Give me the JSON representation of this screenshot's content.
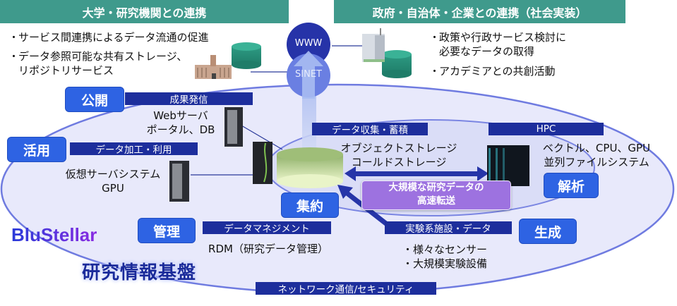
{
  "headers": {
    "left": "大学・研究機関との連携",
    "right": "政府・自治体・企業との連携（社会実装）"
  },
  "left_bullets": [
    "サービス間連携によるデータ流通の促進",
    "データ参照可能な共有ストレージ、",
    "リポジトリサービス"
  ],
  "right_bullets": [
    "政策や行政サービス検討に",
    "必要なデータの取得",
    "アカデミアとの共創活動"
  ],
  "network": {
    "www": "WWW",
    "sinet": "SINET"
  },
  "functions": {
    "publish": "公開",
    "utilize": "活用",
    "aggregate": "集約",
    "manage": "管理",
    "analyze": "解析",
    "generate": "生成"
  },
  "bars": {
    "results": "成果発信",
    "processing": "データ加工・利用",
    "collection": "データ収集・蓄積",
    "hpc": "HPC",
    "data_management": "データマネジメント",
    "experiment": "実験系施設・データ",
    "network_security": "ネットワーク通信/セキュリティ"
  },
  "labels": {
    "web_server_1": "Webサーバ",
    "web_server_2": "ポータル、DB",
    "vm_1": "仮想サーバシステム",
    "vm_2": "GPU",
    "storage_1": "オブジェクトストレージ",
    "storage_2": "コールドストレージ",
    "hpc_1": "ベクトル、CPU、GPU",
    "hpc_2": "並列ファイルシステム",
    "rdm": "RDM（研究データ管理）",
    "sensor_1": "・様々なセンサー",
    "sensor_2": "・大規模実験設備"
  },
  "transfer_callout": {
    "line1": "大規模な研究データの",
    "line2": "高速転送"
  },
  "brand": {
    "logo": "BluStellar",
    "platform_title": "研究情報基盤"
  },
  "colors": {
    "teal": "#3f9a8c",
    "navy": "#1d2e9c",
    "blue_button": "#2e63e3",
    "ellipse_fill": "#e8e9fb",
    "ellipse_stroke": "#6f7be0",
    "purple_callout": "#9d72e0"
  }
}
